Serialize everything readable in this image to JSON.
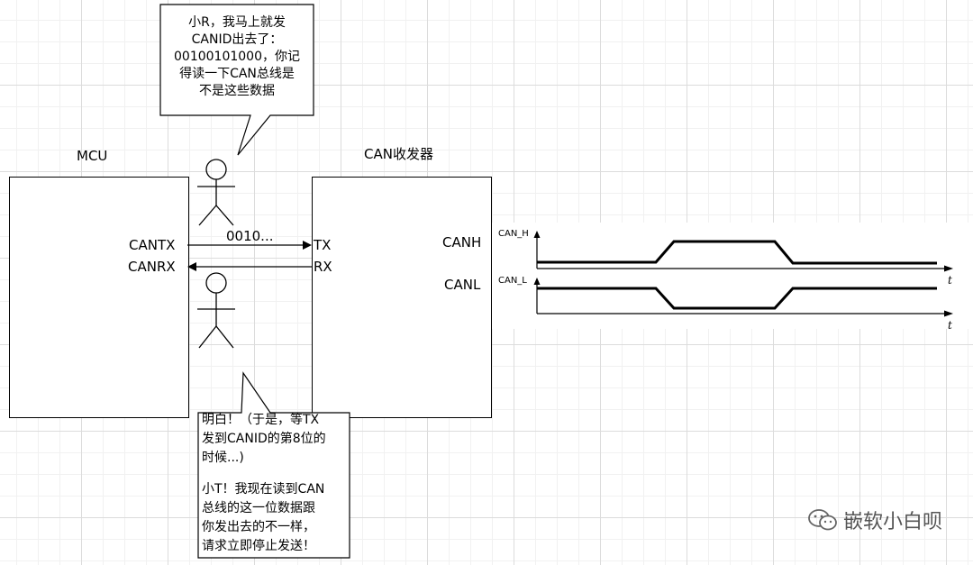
{
  "labels": {
    "mcu": "MCU",
    "transceiver": "CAN收发器",
    "cantx": "CANTX",
    "canrx": "CANRX",
    "tx": "TX",
    "rx": "RX",
    "canh": "CANH",
    "canl": "CANL",
    "bits": "0010..."
  },
  "bubble_top": {
    "lines": [
      "小R，我马上就发",
      "CANID出去了：",
      "00100101000，你记",
      "得读一下CAN总线是",
      "不是这些数据"
    ]
  },
  "bubble_bottom": {
    "lines": [
      "明白！（于是，等TX",
      "发到CANID的第8位的",
      "时候...)",
      "",
      "小T！我现在读到CAN",
      "总线的这一位数据跟",
      "你发出去的不一样，",
      "请求立即停止发送！"
    ]
  },
  "waveform": {
    "canh_label": "CAN_H",
    "canl_label": "CAN_L",
    "time_label": "t"
  },
  "watermark": {
    "icon": "wechat-icon",
    "text": "嵌软小白呗"
  }
}
